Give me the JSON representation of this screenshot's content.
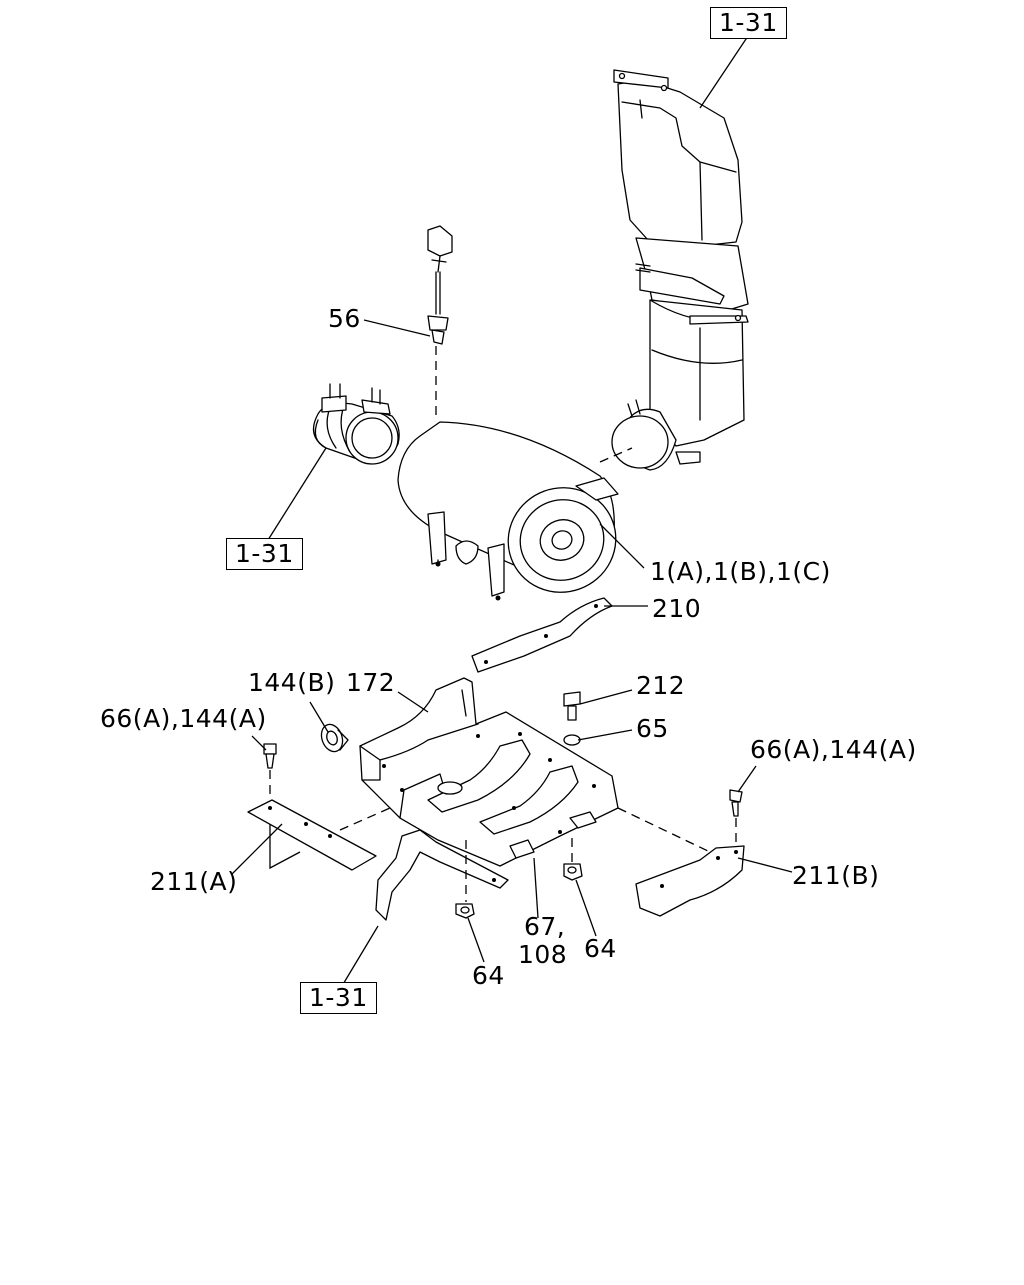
{
  "diagram": {
    "refs": {
      "ref_top": "1-31",
      "ref_left": "1-31",
      "ref_bottom": "1-31"
    },
    "labels": {
      "part_56": "56",
      "part_1abc": "1(A),1(B),1(C)",
      "part_210": "210",
      "part_212": "212",
      "part_65": "65",
      "part_144b": "144(B)",
      "part_172": "172",
      "part_66a_144a_left": "66(A),144(A)",
      "part_66a_144a_right": "66(A),144(A)",
      "part_211a": "211(A)",
      "part_211b": "211(B)",
      "part_67": "67,",
      "part_108": "108",
      "part_64_center": "64",
      "part_64_right": "64"
    }
  }
}
